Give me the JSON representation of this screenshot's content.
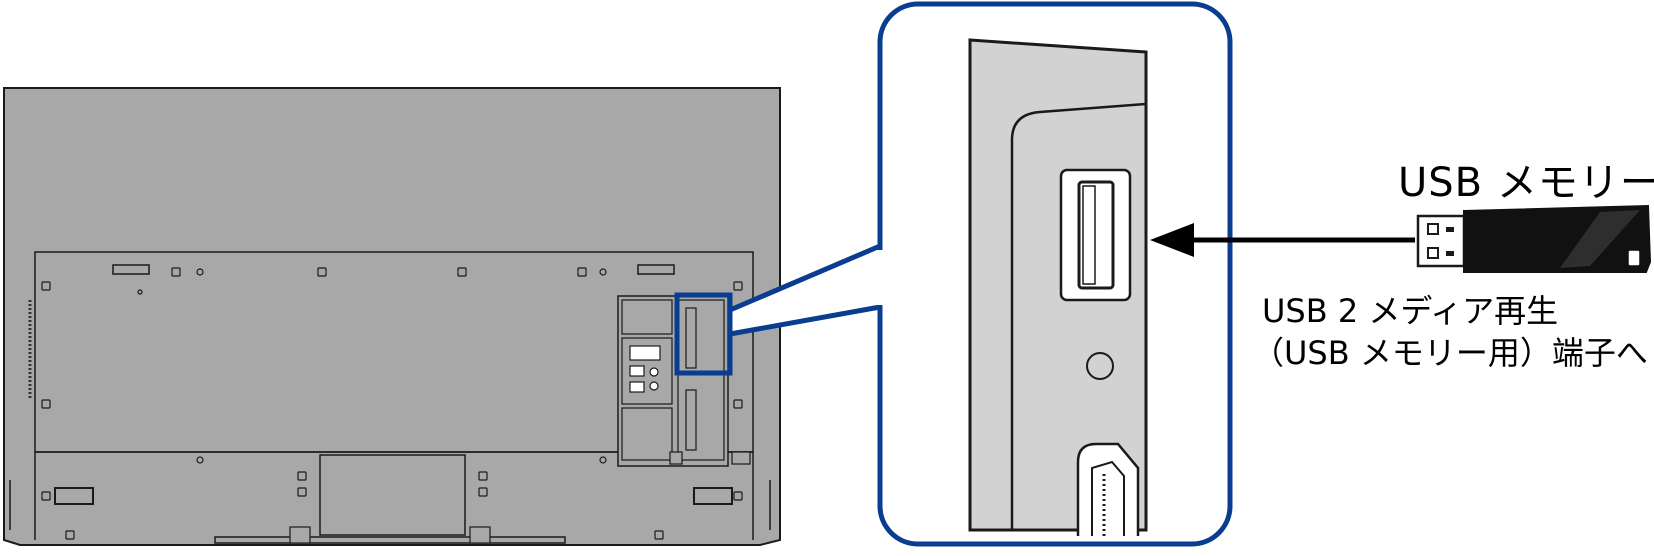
{
  "labels": {
    "usb_memory": "USB メモリー",
    "port_line1": "USB 2 メディア再生",
    "port_line2": "（USB メモリー用）端子へ"
  },
  "colors": {
    "callout_frame": "#0a3d8f",
    "tv_body": "#a8a8a8",
    "tv_body_dark": "#9a9a9a",
    "outline": "#1a1a1a",
    "usb_stick": "#111111",
    "arrow": "#000000"
  },
  "icons": {
    "usb_stick": "usb-stick-icon",
    "arrow": "arrow-left-icon"
  }
}
